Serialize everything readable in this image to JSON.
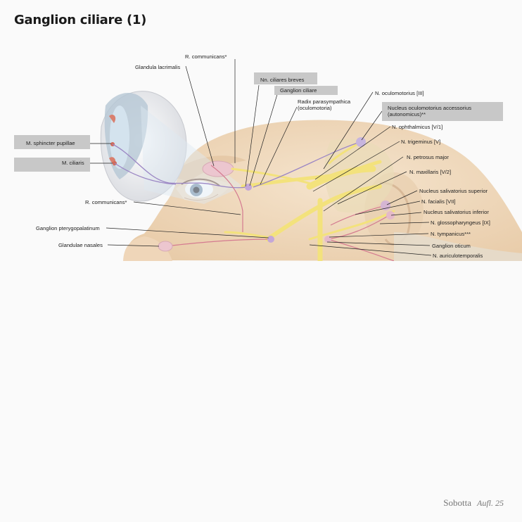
{
  "title": "Ganglion ciliare (1)",
  "labels": {
    "r_communicans_top": "R. communicans*",
    "glandula_lacrimalis": "Glandula lacrimalis",
    "nn_ciliares_breves": "Nn. ciliares breves",
    "ganglion_ciliare": "Ganglion ciliare",
    "radix_parasympathica": "Radix parasympathica (oculomotoria)",
    "n_oculomotorius": "N. oculomotorius [III]",
    "nucleus_oculomotorius": "Nucleus oculomotorius accessorius (autonomicus)**",
    "n_ophthalmicus": "N. ophthalmicus [V/1]",
    "n_trigeminus": "N. trigeminus [V]",
    "n_petrosus_major": "N. petrosus major",
    "n_maxillaris": "N. maxillaris [V/2]",
    "nucleus_salivatorius_superior": "Nucleus salivatorius superior",
    "n_facialis": "N. facialis [VII]",
    "nucleus_salivatorius_inferior": "Nucleus salivatorius inferior",
    "n_glossopharyngeus": "N. glossopharyngeus [IX]",
    "n_tympanicus": "N. tympanicus***",
    "ganglion_oticum": "Ganglion oticum",
    "n_auriculotemporalis": "N. auriculotemporalis",
    "m_sphincter_pupillae": "M. sphincter pupillae",
    "m_ciliaris": "M. ciliaris",
    "r_communicans_left": "R. communicans*",
    "ganglion_pterygopalatinum": "Ganglion pterygopalatinum",
    "glandulae_nasales": "Glandulae nasales"
  },
  "brand": {
    "name": "Sobotta",
    "edition": "Aufl. 25"
  },
  "colors": {
    "nerve": "#f3e27c",
    "parasympathetic": "#9b86c4",
    "gland": "#ecc6cf",
    "skin": "#f1dcc2",
    "highlight": "#c8c8c8"
  }
}
